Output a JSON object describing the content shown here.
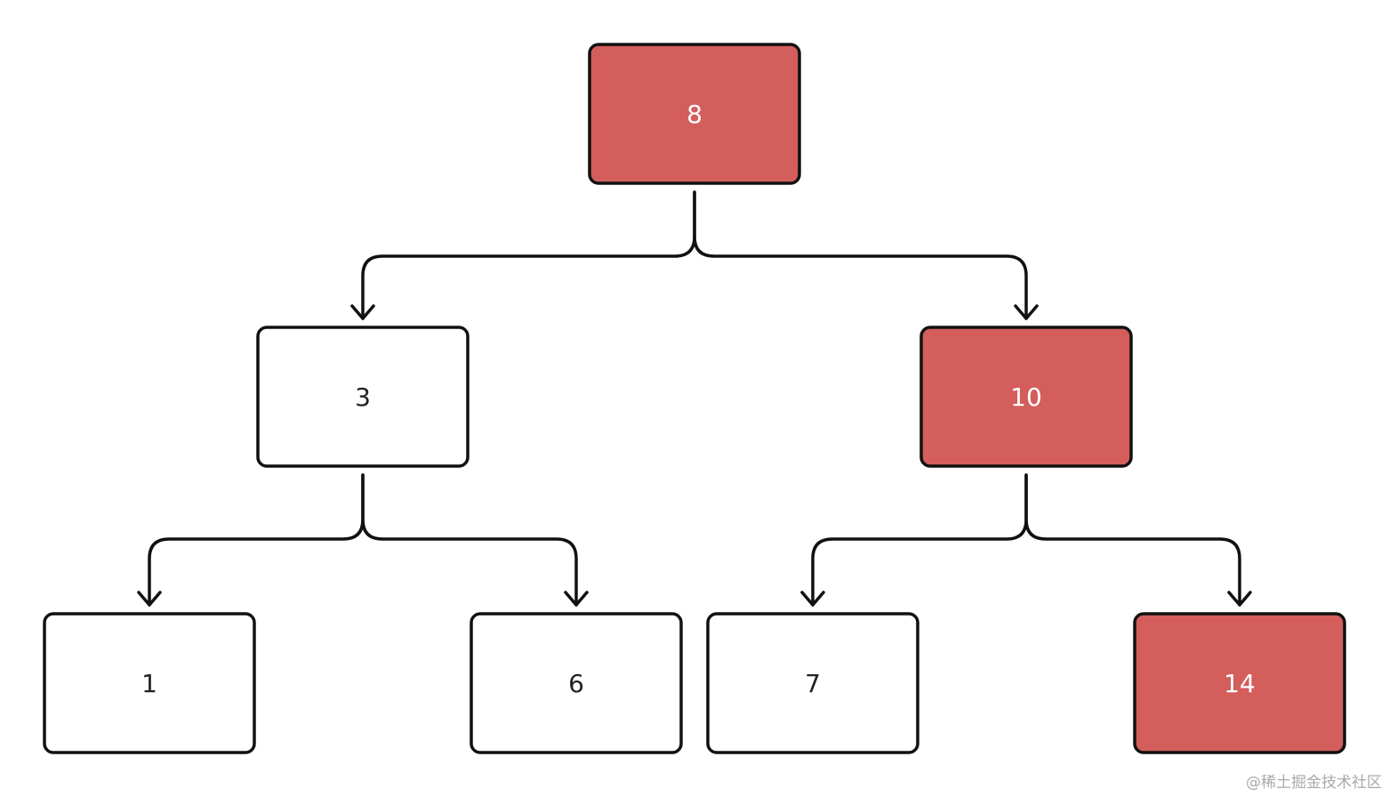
{
  "diagram": {
    "colors": {
      "highlight_fill": "#d35e5c",
      "plain_fill": "#ffffff",
      "stroke": "#111111",
      "highlight_text": "#ffffff",
      "plain_text": "#222222"
    },
    "nodes": [
      {
        "id": "n8",
        "label": "8",
        "highlighted": true
      },
      {
        "id": "n3",
        "label": "3",
        "highlighted": false
      },
      {
        "id": "n10",
        "label": "10",
        "highlighted": true
      },
      {
        "id": "n1",
        "label": "1",
        "highlighted": false
      },
      {
        "id": "n6",
        "label": "6",
        "highlighted": false
      },
      {
        "id": "n7",
        "label": "7",
        "highlighted": false
      },
      {
        "id": "n14",
        "label": "14",
        "highlighted": true
      }
    ],
    "edges": [
      {
        "from": "n8",
        "to": "n3"
      },
      {
        "from": "n8",
        "to": "n10"
      },
      {
        "from": "n3",
        "to": "n1"
      },
      {
        "from": "n3",
        "to": "n6"
      },
      {
        "from": "n10",
        "to": "n7"
      },
      {
        "from": "n10",
        "to": "n14"
      }
    ]
  },
  "watermark": "@稀土掘金技术社区"
}
